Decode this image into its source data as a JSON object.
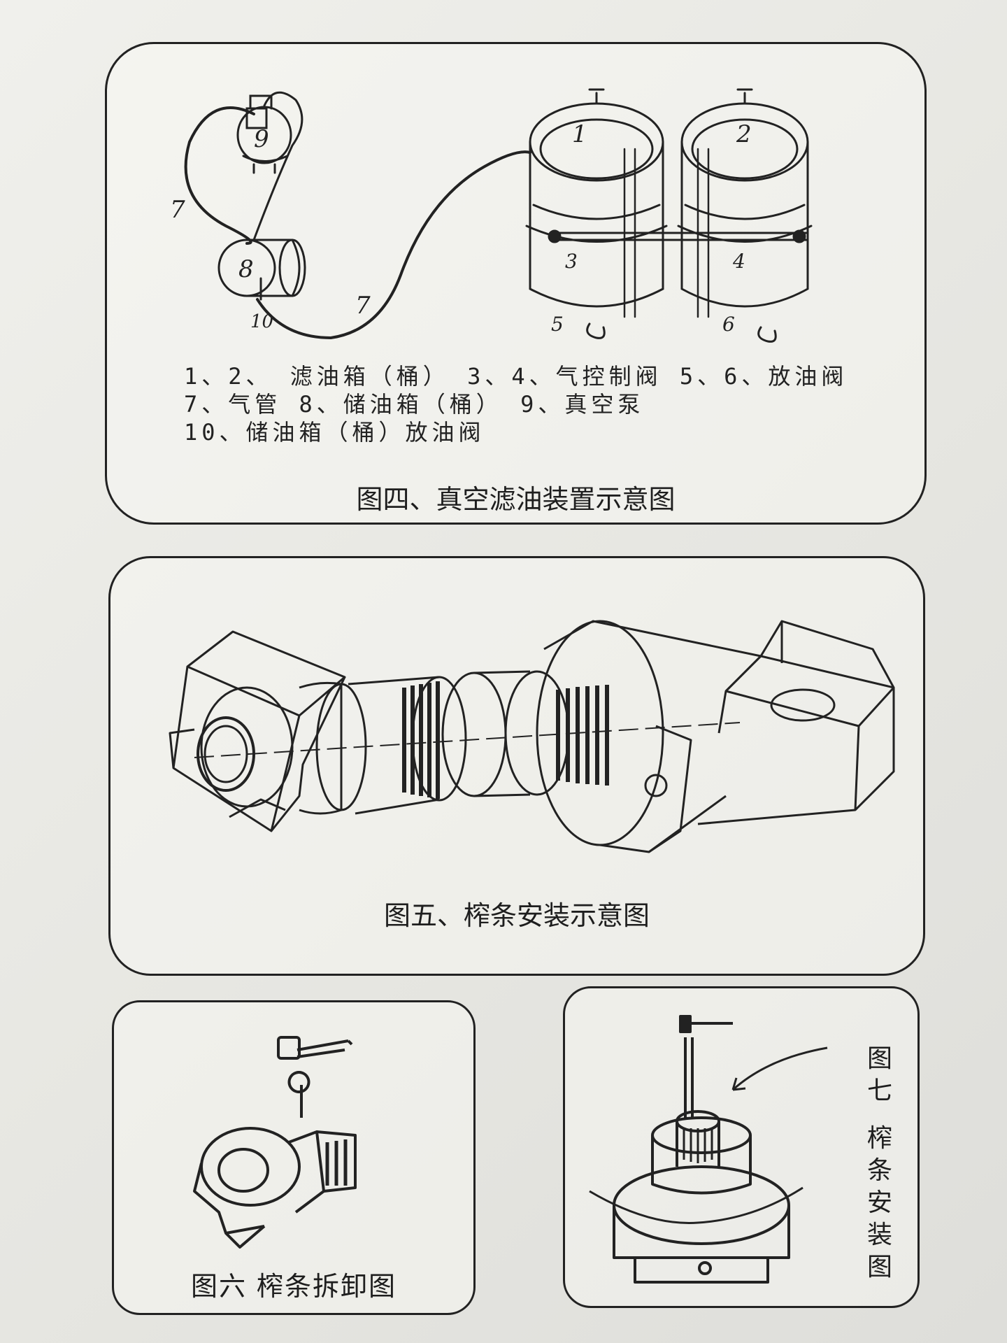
{
  "figure4": {
    "part_numbers": [
      "1",
      "2",
      "3",
      "4",
      "5",
      "6",
      "7",
      "7",
      "8",
      "9",
      "10"
    ],
    "legend_lines": [
      "1、2、 滤油箱（桶） 3、4、气控制阀 5、6、放油阀",
      "7、气管 8、储油箱（桶） 9、真空泵",
      "10、储油箱（桶）放油阀"
    ],
    "caption": "图四、真空滤油装置示意图"
  },
  "figure5": {
    "caption": "图五、榨条安装示意图"
  },
  "figure6": {
    "caption": "图六 榨条拆卸图"
  },
  "figure7": {
    "caption_chars": [
      "图",
      "七",
      "榨",
      "条",
      "安",
      "装",
      "图"
    ]
  }
}
